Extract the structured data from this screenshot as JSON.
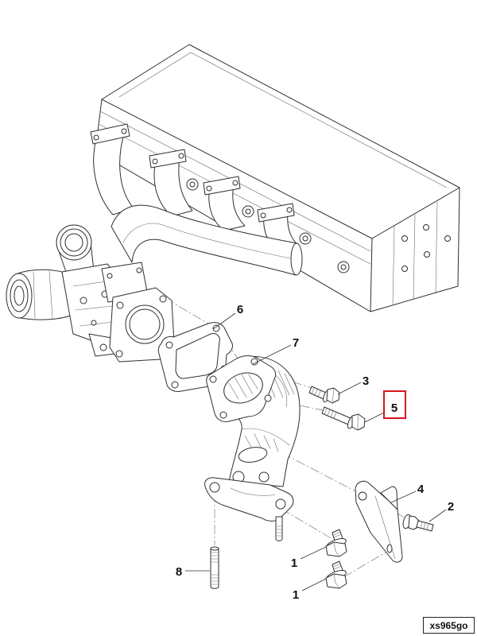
{
  "callouts": [
    {
      "label": "6"
    },
    {
      "label": "7"
    },
    {
      "label": "3"
    },
    {
      "label": "5",
      "highlighted": true
    },
    {
      "label": "4"
    },
    {
      "label": "2"
    },
    {
      "label": "1"
    },
    {
      "label": "8"
    },
    {
      "label": "1"
    }
  ],
  "highlight_color": "#d9141f",
  "figure_code": "xs965go"
}
